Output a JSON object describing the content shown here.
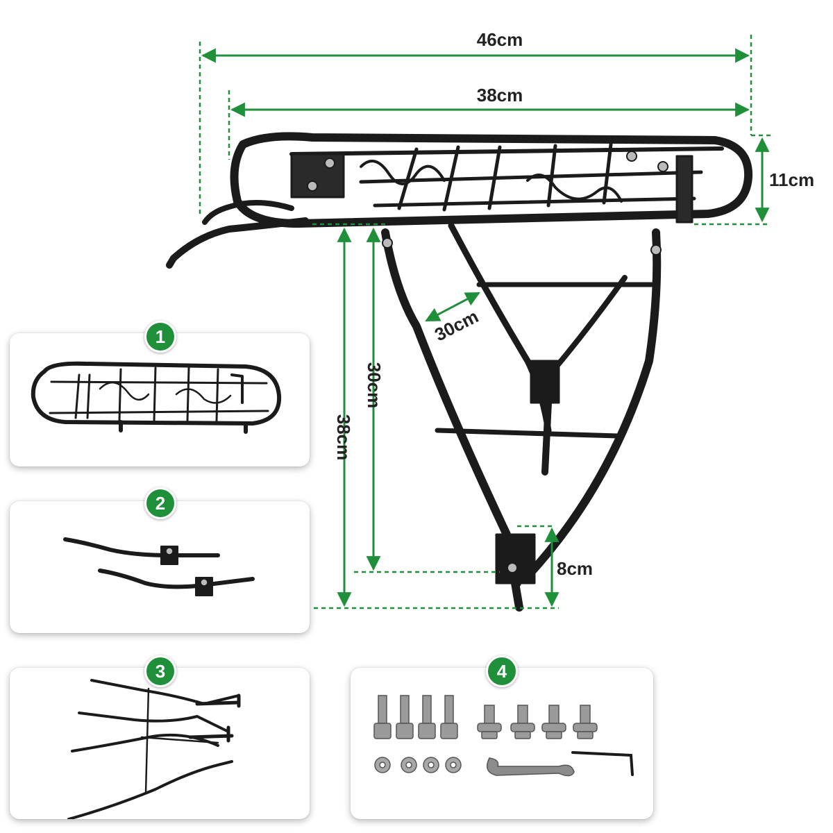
{
  "dimensions": {
    "total_length": "46cm",
    "platform_length": "38cm",
    "platform_height": "11cm",
    "strut_spacing": "30cm",
    "front_strut_height": "30cm",
    "total_height": "38cm",
    "mount_adjustment": "8cm"
  },
  "parts": [
    {
      "number": "1",
      "icon": "rack-platform-icon"
    },
    {
      "number": "2",
      "icon": "mounting-arms-icon"
    },
    {
      "number": "3",
      "icon": "support-legs-icon"
    },
    {
      "number": "4",
      "icon": "hardware-kit-icon"
    }
  ],
  "colors": {
    "accent": "#1f8f3a",
    "rack": "#1b1b1b",
    "hardware": "#9a9a9a"
  }
}
